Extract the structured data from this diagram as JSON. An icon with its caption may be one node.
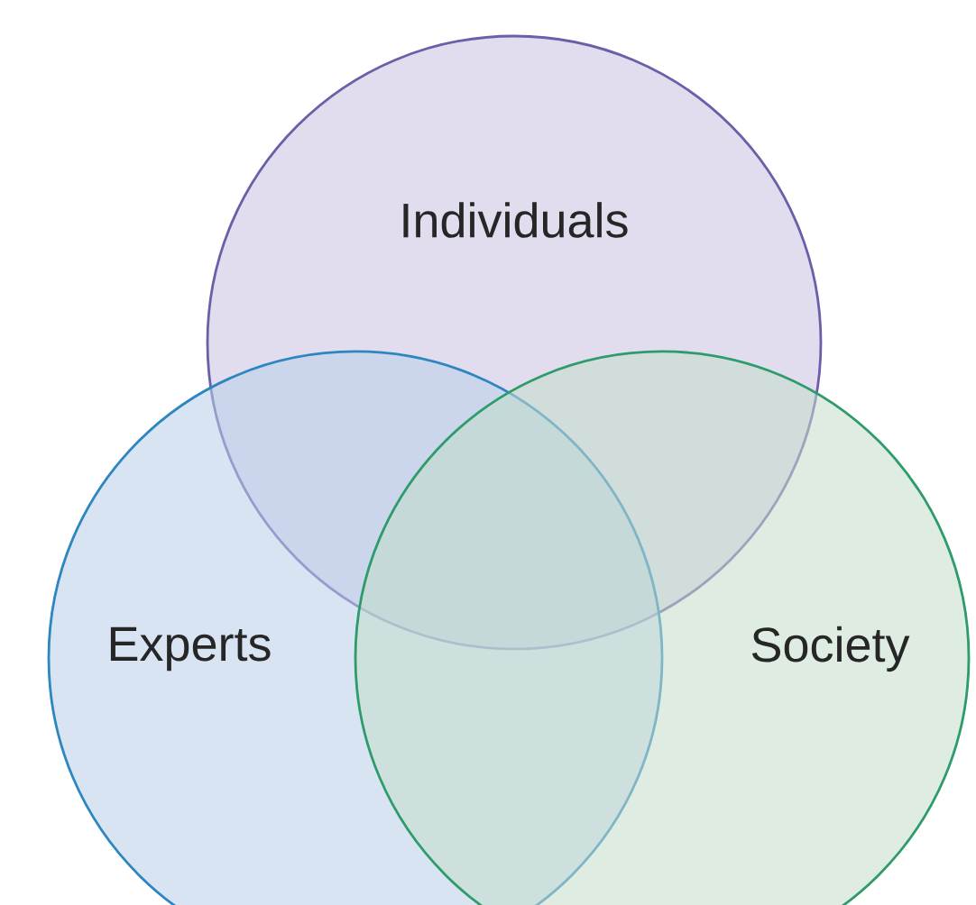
{
  "diagram": {
    "nodes": [
      {
        "text": [
          "Individuals"
        ]
      },
      {
        "text": [
          "Experts"
        ]
      },
      {
        "text": [
          "Society"
        ]
      }
    ]
  }
}
